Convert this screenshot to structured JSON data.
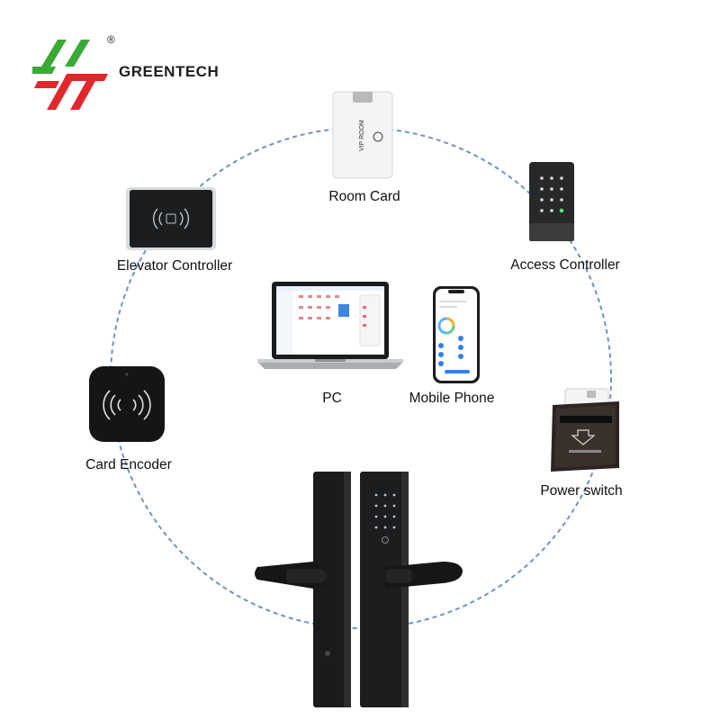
{
  "brand": {
    "name": "GREENTECH",
    "registered_mark": "®",
    "logo_icon": "greentech-logo-icon",
    "colors": {
      "green": "#3aa935",
      "red": "#e3262b"
    }
  },
  "ring": {
    "color": "#6d93c4",
    "style": "dashed"
  },
  "devices": {
    "room_card": {
      "label": "Room Card",
      "card_text": "VIP ROOM",
      "icon": "room-card-icon"
    },
    "access_controller": {
      "label": "Access Controller",
      "icon": "keypad-reader-icon"
    },
    "elevator_controller": {
      "label": "Elevator Controller",
      "icon": "rfid-reader-icon"
    },
    "card_encoder": {
      "label": "Card Encoder",
      "icon": "card-encoder-icon"
    },
    "power_switch": {
      "label": "Power switch",
      "icon": "power-switch-icon"
    },
    "pc": {
      "label": "PC",
      "icon": "laptop-icon"
    },
    "mobile_phone": {
      "label": "Mobile Phone",
      "icon": "smartphone-icon"
    },
    "door_lock": {
      "icon": "smart-door-lock-icon"
    }
  }
}
